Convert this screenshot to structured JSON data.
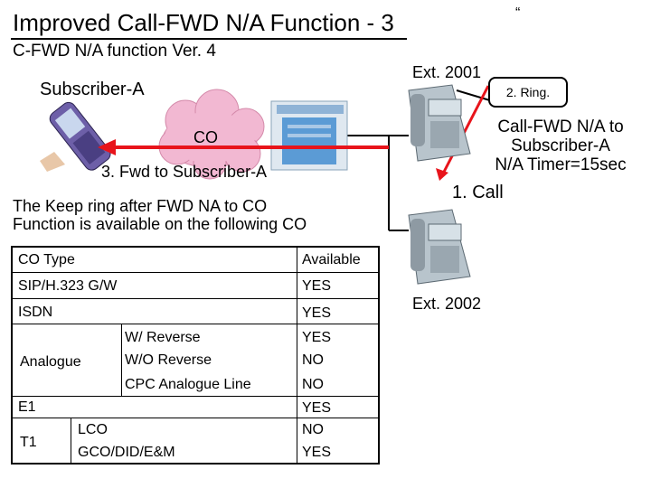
{
  "title": "Improved Call-FWD N/A Function - 3",
  "subtitle": "C-FWD N/A function Ver. 4",
  "quote_mark": "“",
  "diagram": {
    "subscriber_label": "Subscriber-A",
    "co_label": "CO",
    "fwd_label": "3. Fwd to Subscriber-A",
    "ext1_label": "Ext. 2001",
    "ext2_label": "Ext. 2002",
    "ring_callout": "2. Ring.",
    "cfwd_note_line1": "Call-FWD N/A to",
    "cfwd_note_line2": "Subscriber-A",
    "cfwd_note_line3": "N/A Timer=15sec",
    "call_label": "1. Call",
    "colors": {
      "arrow": "#e8141b",
      "cloud": "#f2b8d2",
      "pbx": "#5b9bd5",
      "phone": "#b8c4cc"
    },
    "icons": [
      "mobile-phone-icon",
      "co-cloud-icon",
      "pbx-icon",
      "desk-phone-icon"
    ]
  },
  "keep_text_line1": "The Keep ring after FWD NA to CO",
  "keep_text_line2": "Function is available on the following CO",
  "table": {
    "header": {
      "type": "CO Type",
      "available": "Available"
    },
    "sip": {
      "type": "SIP/H.323 G/W",
      "available": "YES"
    },
    "isdn": {
      "type": "ISDN",
      "available": "YES"
    },
    "analogue": {
      "type": "Analogue",
      "rows": [
        {
          "sub": "W/ Reverse",
          "available": "YES"
        },
        {
          "sub": "W/O Reverse",
          "available": "NO"
        },
        {
          "sub": "CPC Analogue Line",
          "available": "NO"
        }
      ]
    },
    "e1": {
      "type": "E1",
      "available": "YES"
    },
    "t1": {
      "type": "T1",
      "rows": [
        {
          "sub": "LCO",
          "available": "NO"
        },
        {
          "sub": "GCO/DID/E&M",
          "available": "YES"
        }
      ]
    }
  }
}
